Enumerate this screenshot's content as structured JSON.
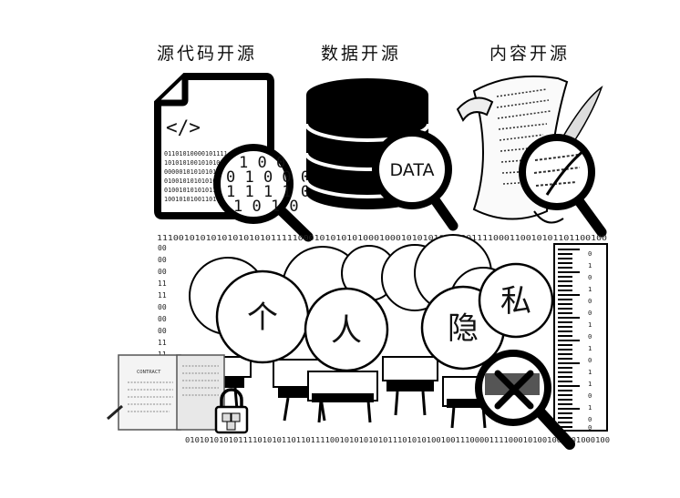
{
  "categories": {
    "source_code": "源代码开源",
    "data": "数据开源",
    "content": "内容开源"
  },
  "source_code_panel": {
    "code_tag": "</>",
    "binary_lines": [
      "01101010000101111",
      "10101010010101010",
      "00000101010101001",
      "01001010101010101",
      "01001010101011000",
      "10010101001101010"
    ],
    "magnified_lines": [
      "1 0 0",
      "0 1 0 0 0",
      "1 1 1 1 0",
      "1 0 1 0"
    ]
  },
  "data_panel": {
    "lens_text": "DATA"
  },
  "privacy": {
    "characters": [
      "个",
      "人",
      "隐",
      "私"
    ]
  },
  "binary_strip": {
    "top": "11100101010101010101011111000101010101000100010101010111001111000110010101101100100",
    "bottom": "0101010101011110101011011011110010101010101110101010010011100001111000101001001101000100",
    "left_column": [
      "00",
      "00",
      "00",
      "11",
      "11",
      "00",
      "00",
      "00",
      "11",
      "11"
    ]
  },
  "ruler": {
    "digits": [
      "0",
      "1",
      "0",
      "1",
      "0",
      "0",
      "1",
      "0",
      "1",
      "0",
      "1",
      "1",
      "0",
      "1",
      "0",
      "0"
    ]
  },
  "contract": {
    "title": "CONTRACT"
  }
}
